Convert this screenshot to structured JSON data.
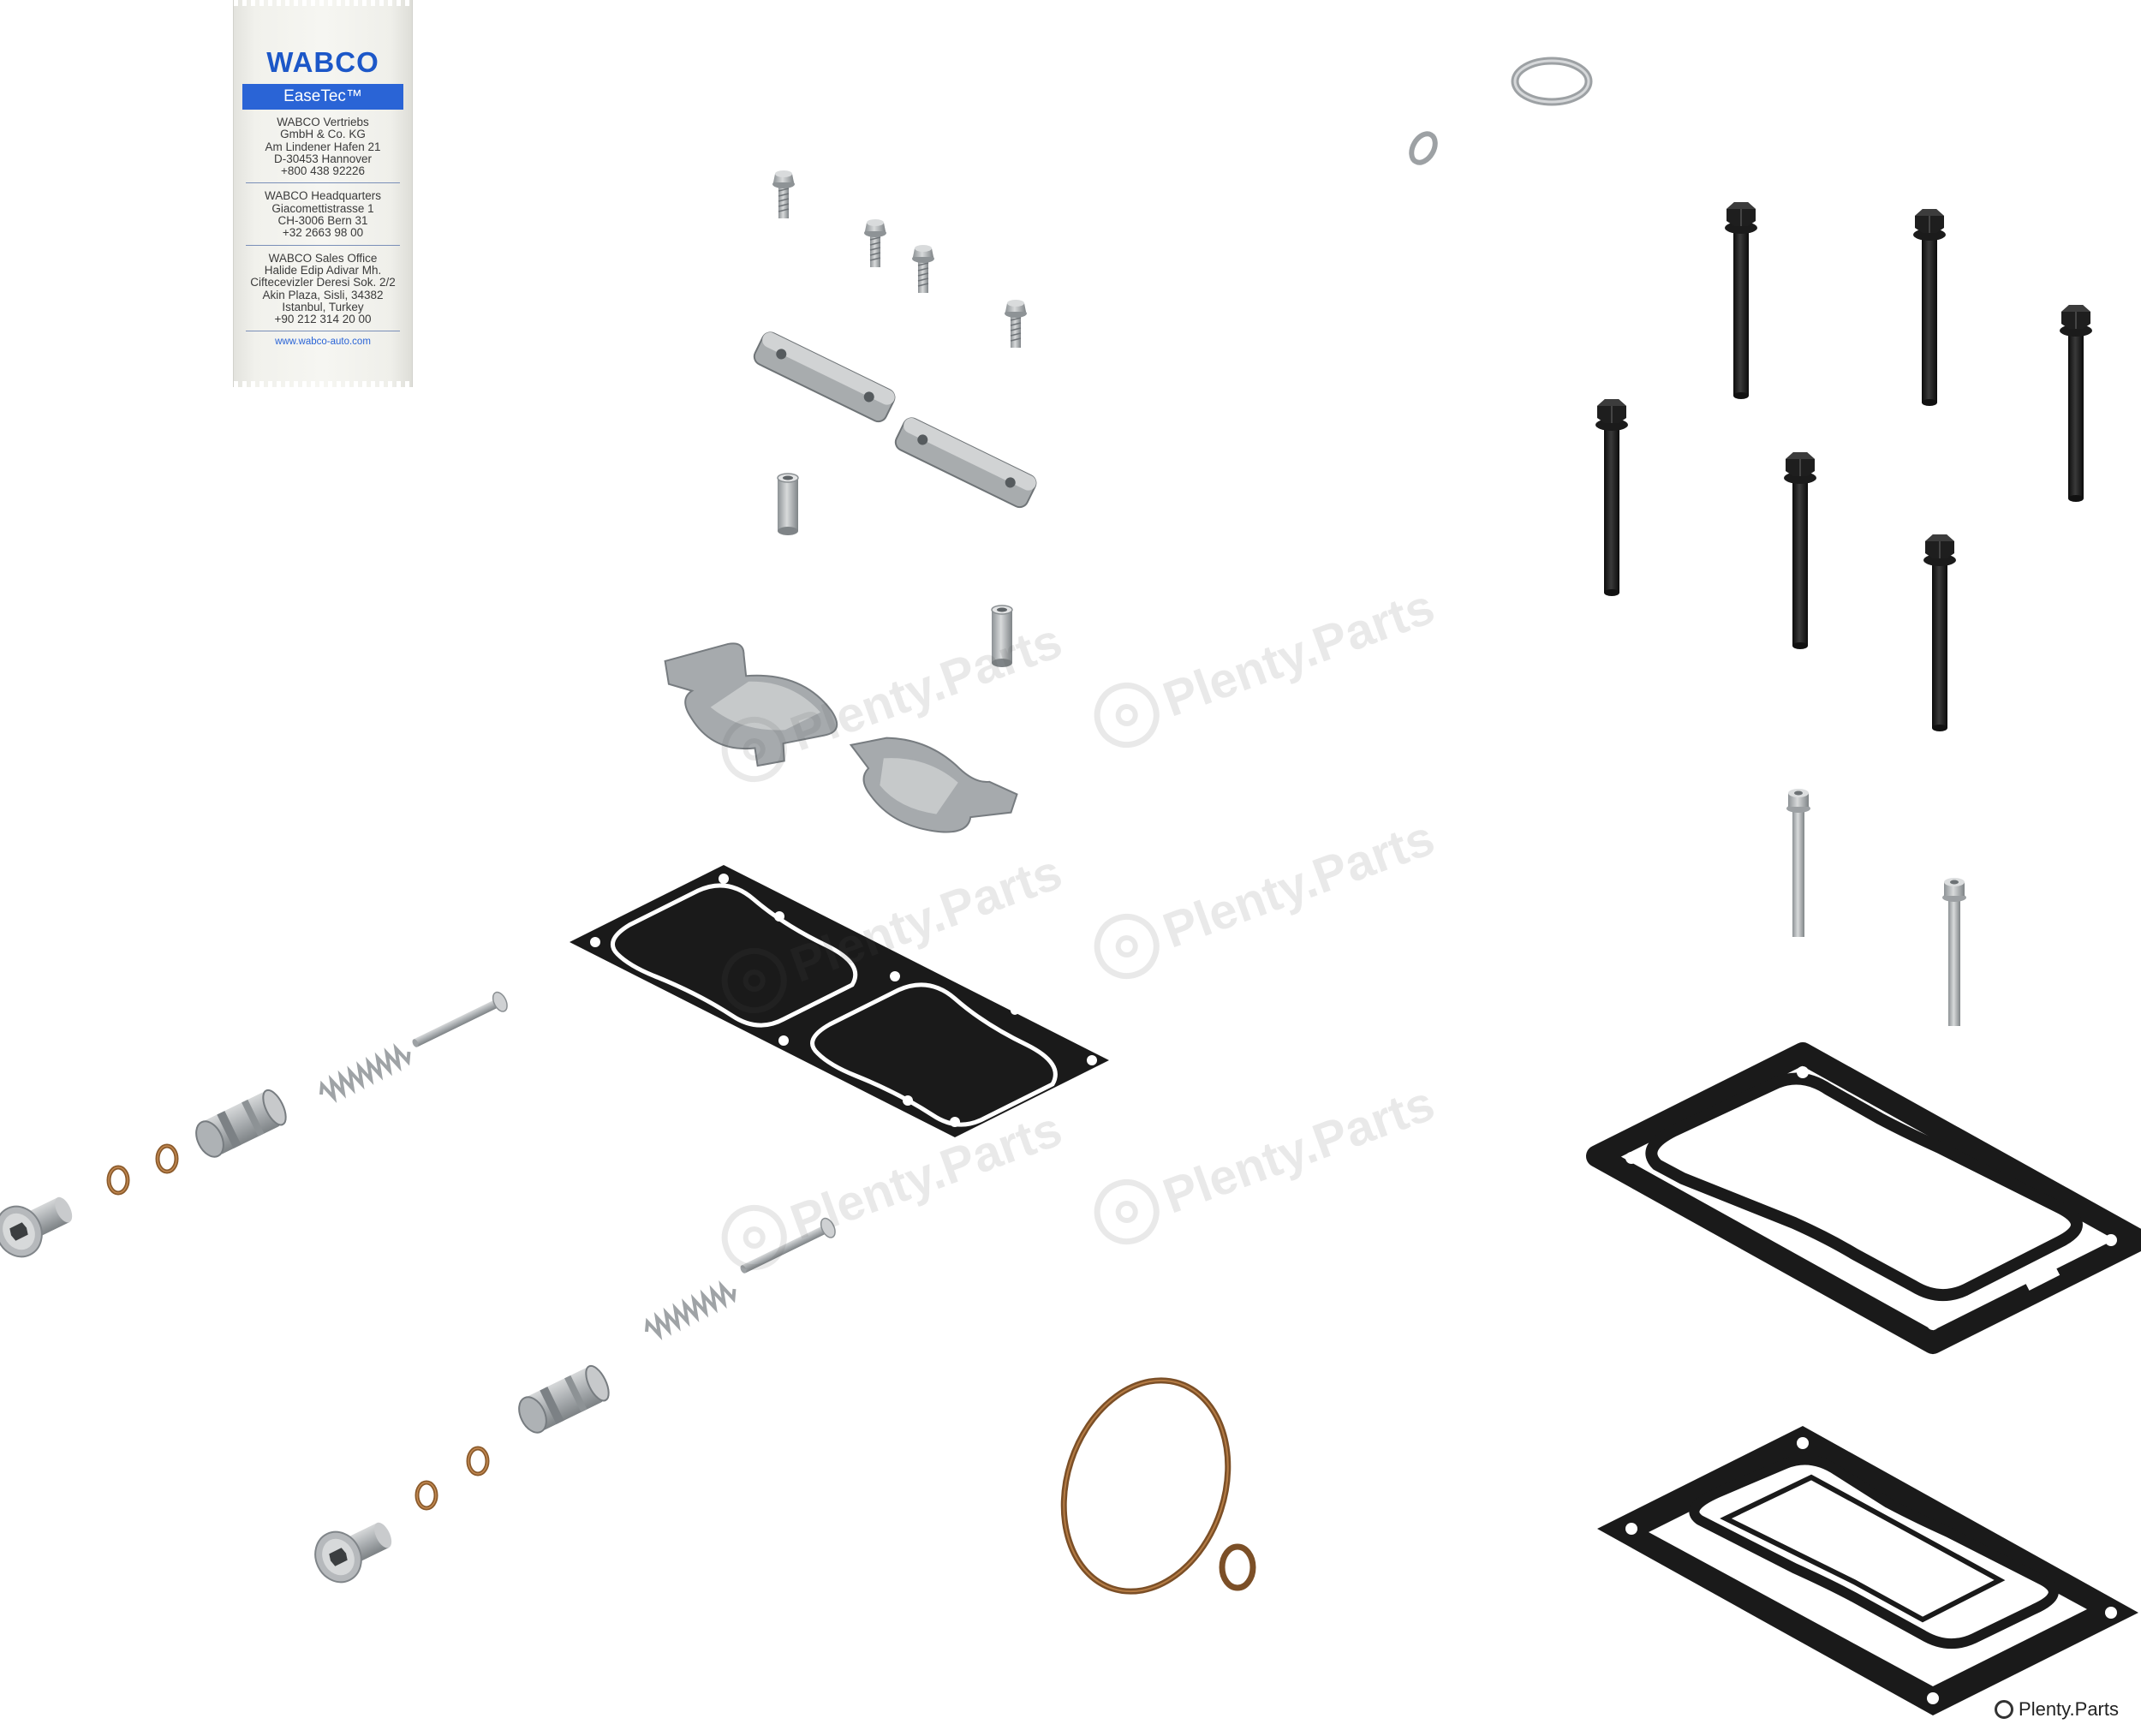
{
  "sachet": {
    "brand": "WABCO",
    "product": "EaseTec™",
    "offices": [
      [
        "WABCO Vertriebs",
        "GmbH & Co. KG",
        "Am Lindener Hafen 21",
        "D-30453 Hannover",
        "+800 438 92226"
      ],
      [
        "WABCO Headquarters",
        "Giacomettistrasse 1",
        "CH-3006 Bern 31",
        "+32 2663 98 00"
      ],
      [
        "WABCO Sales Office",
        "Halide Edip Adivar Mh.",
        "Ciftecevizler Deresi Sok. 2/2",
        "Akin Plaza, Sisli, 34382",
        "Istanbul, Turkey",
        "+90 212 314 20 00"
      ]
    ],
    "website": "www.wabco-auto.com"
  },
  "watermark": {
    "text": "Plenty.Parts"
  },
  "brand_mark": {
    "text": "Plenty.Parts"
  },
  "colors": {
    "wabco_blue": "#2a64d6",
    "gasket": "#1a1a1a",
    "steel": "#b9bcbe",
    "copper": "#8a5a2b"
  }
}
